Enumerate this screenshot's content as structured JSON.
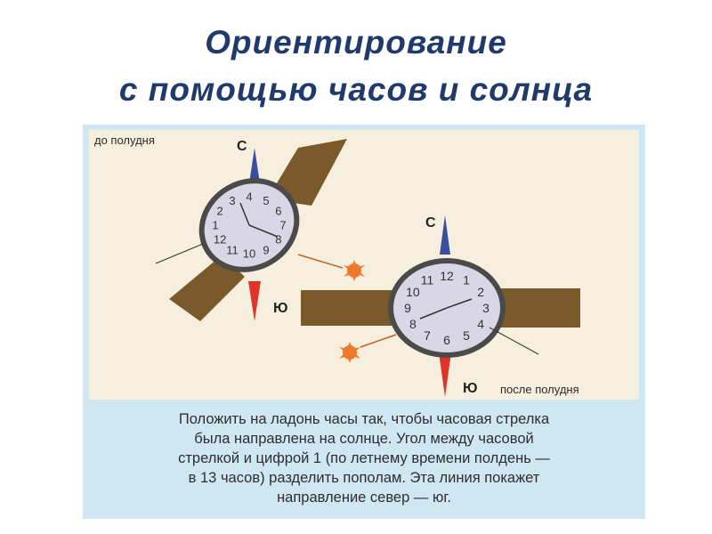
{
  "title": {
    "line1": "Ориентирование",
    "line2": "с помощью часов и солнца"
  },
  "illustration": {
    "label_before_noon": "до полудня",
    "label_after_noon": "после полудня",
    "north_label": "С",
    "south_label": "Ю",
    "watch1_numbers": [
      "12",
      "1",
      "2",
      "3",
      "4",
      "5",
      "6",
      "7",
      "8",
      "9",
      "10",
      "11"
    ],
    "watch2_numbers": [
      "12",
      "1",
      "2",
      "3",
      "4",
      "5",
      "6",
      "7",
      "8",
      "9",
      "10",
      "11"
    ],
    "colors": {
      "strap": "#7a5a2b",
      "face": "#d9d6e6",
      "north_arrow": "#3a4ea0",
      "south_arrow": "#e0332a",
      "sun": "#f0782a",
      "background": "#f7efde",
      "panel": "#cfe7f3"
    }
  },
  "instruction": {
    "lines": [
      "Положить на ладонь часы так, чтобы часовая стрелка",
      "была направлена на солнце. Угол между часовой",
      "стрелкой и цифрой 1 (по летнему времени полдень —",
      "в 13 часов) разделить пополам. Эта линия покажет",
      "направление север — юг."
    ]
  }
}
